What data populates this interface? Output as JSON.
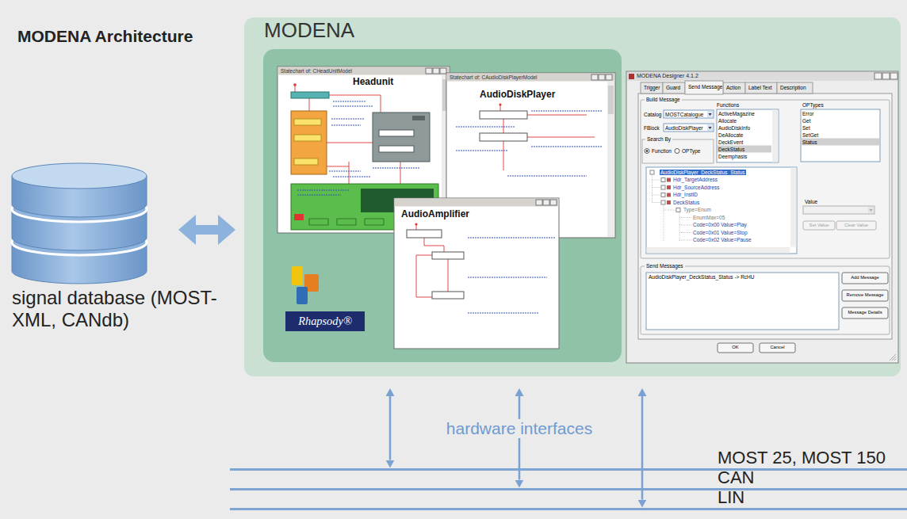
{
  "diagram": {
    "title": "MODENA Architecture",
    "nodes": [
      {
        "text": [
          "signal database (MOST-XML, CANdb)"
        ]
      },
      {
        "text": [
          "MODENA"
        ]
      },
      {
        "text": [
          "Rhapsody®"
        ],
        "in": 1
      },
      {
        "text": [
          "Statechart of: CHeadUnitModel",
          "Headunit"
        ],
        "in": 2
      },
      {
        "text": [
          "Statechart of: CAudioDiskPlayerModel",
          "AudioDiskPlayer"
        ],
        "in": 2
      },
      {
        "text": [
          "AudioAmplifier"
        ],
        "in": 2
      },
      {
        "text": [
          "MODENA Designer 4.1.2"
        ],
        "in": 1
      },
      {
        "text": [
          "Build Message"
        ],
        "in": 6
      },
      {
        "text": [
          "Search By",
          "Function",
          "OPType"
        ],
        "in": 7
      },
      {
        "text": [
          "Set Value"
        ],
        "in": 7
      },
      {
        "text": [
          "Clear Value"
        ],
        "in": 7
      },
      {
        "text": [
          "Send Messages"
        ],
        "in": 6
      },
      {
        "text": [
          "Add Message"
        ],
        "in": 11
      },
      {
        "text": [
          "Remove Message"
        ],
        "in": 11
      },
      {
        "text": [
          "Message Details"
        ],
        "in": 11
      },
      {
        "text": [
          "OK"
        ],
        "in": 6
      },
      {
        "text": [
          "Cancel"
        ],
        "in": 6
      },
      {
        "text": [
          "MOST 25, MOST 150"
        ]
      },
      {
        "text": [
          "CAN"
        ]
      },
      {
        "text": [
          "LIN"
        ]
      }
    ],
    "edges": [
      {
        "from": 0,
        "to": 1,
        "arrow": "both"
      },
      {
        "from": 2,
        "to": 17,
        "arrow": "both"
      },
      {
        "from": 1,
        "to": 18,
        "label": "hardware interfaces",
        "arrow": "both"
      },
      {
        "from": 6,
        "to": 19,
        "arrow": "both"
      }
    ],
    "labels": [
      "Trigger",
      "Guard",
      "Send Message",
      "Action",
      "Label Text",
      "Description",
      "Catalog",
      "MOSTCatalogue",
      "FBlock",
      "AudioDiskPlayer",
      "Functions",
      "ActiveMagazine",
      "Allocate",
      "AudioDiskInfo",
      "DeAllocate",
      "DeckEvent",
      "DeckStatus",
      "Deemphasis",
      "OPTypes",
      "Error",
      "Get",
      "Set",
      "SetGet",
      "Status",
      "AudioDiskPlayer_DeckStatus_Status",
      "Hdr_TargetAddress",
      "Hdr_SourceAddress",
      "Hdr_InstID",
      "DeckStatus",
      "Type=Enum",
      "EnumMax=05",
      "Code=0x00 Value=Play",
      "Code=0x01 Value=Stop",
      "Code=0x02 Value=Pause",
      "Value",
      "AudioDiskPlayer_DeckStatus_Status -> RcHU"
    ]
  }
}
